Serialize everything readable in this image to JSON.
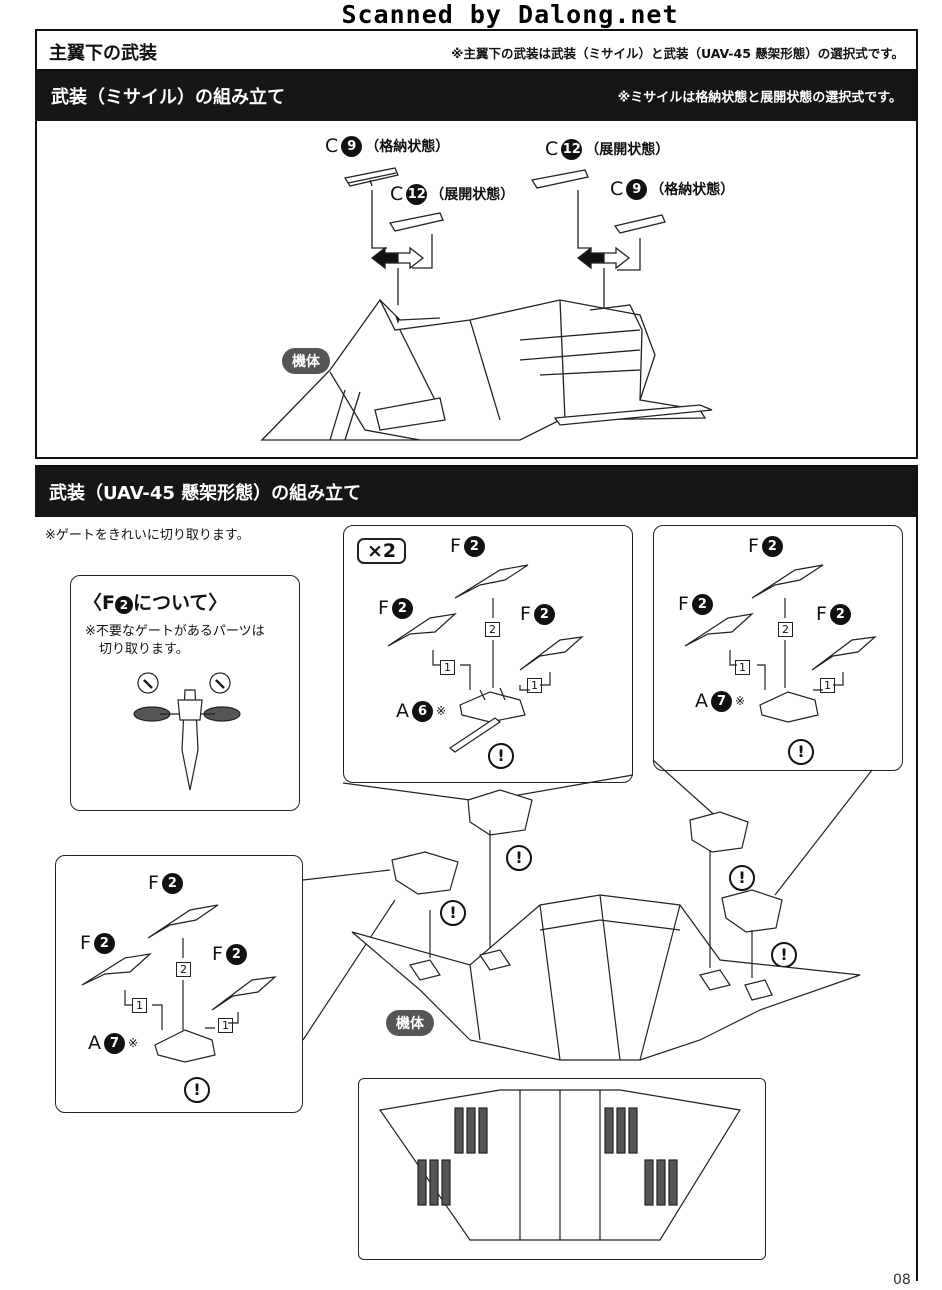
{
  "watermark": "Scanned by Dalong.net",
  "section_main": {
    "title": "主翼下の武装",
    "note": "※主翼下の武装は武装（ミサイル）と武装（UAV-45 懸架形態）の選択式です。"
  },
  "section_missile": {
    "title": "武装（ミサイル）の組み立て",
    "note": "※ミサイルは格納状態と展開状態の選択式です。",
    "parts": [
      {
        "letter": "C",
        "num": "9",
        "state": "（格納状態）"
      },
      {
        "letter": "C",
        "num": "12",
        "state": "（展開状態）"
      },
      {
        "letter": "C",
        "num": "12",
        "state": "（展開状態）"
      },
      {
        "letter": "C",
        "num": "9",
        "state": "（格納状態）"
      }
    ],
    "body_label": "機体"
  },
  "section_uav": {
    "title": "武装（UAV-45 懸架形態）の組み立て",
    "gate_note": "※ゲートをきれいに切り取ります。",
    "f2_box": {
      "title": "〈F2について〉",
      "title_pre": "〈F",
      "title_num": "2",
      "title_post": "について〉",
      "text_line1": "※不要なゲートがあるパーツは",
      "text_line2": "切り取ります。"
    },
    "multiplier": "×2",
    "part_F": "F",
    "part_F_num": "2",
    "base_A6": {
      "letter": "A",
      "num": "6",
      "mark": "※"
    },
    "base_A7": {
      "letter": "A",
      "num": "7",
      "mark": "※"
    },
    "step1": "1",
    "step2": "2",
    "warn": "!",
    "body_label": "機体"
  },
  "page_number": "08"
}
